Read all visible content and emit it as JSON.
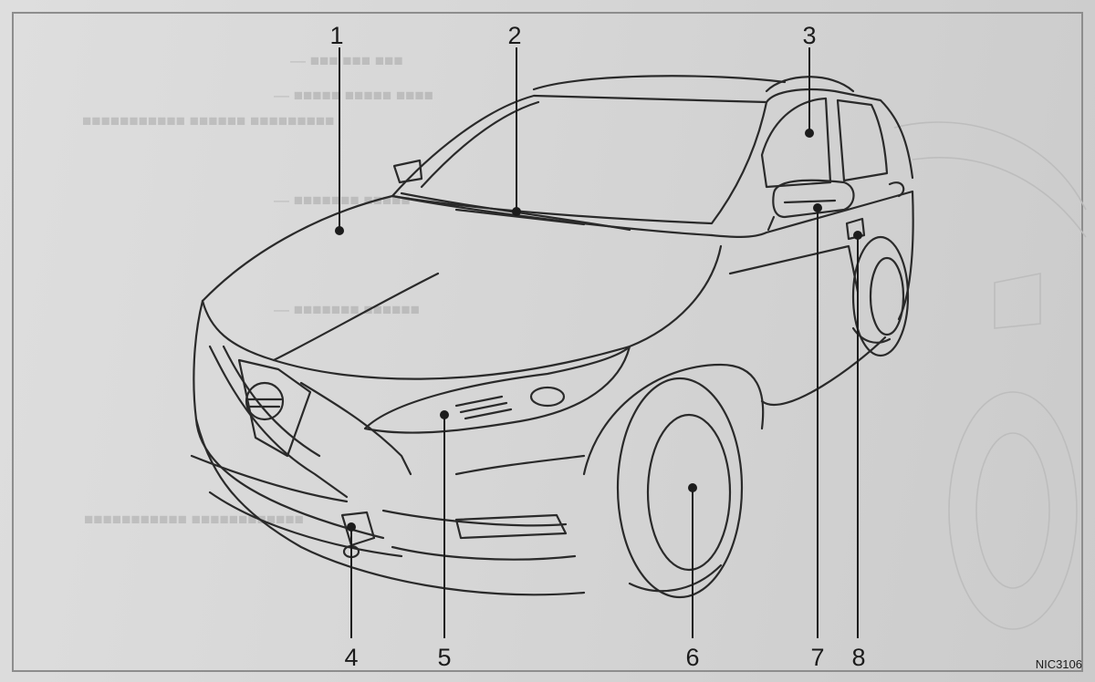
{
  "figure_code": "NIC3106",
  "callouts": [
    "1",
    "2",
    "3",
    "4",
    "5",
    "6",
    "7",
    "8"
  ],
  "colors": {
    "paper": "#d8d8d8",
    "ink": "#2a2a2a",
    "callout_text": "#1c1c1c"
  }
}
